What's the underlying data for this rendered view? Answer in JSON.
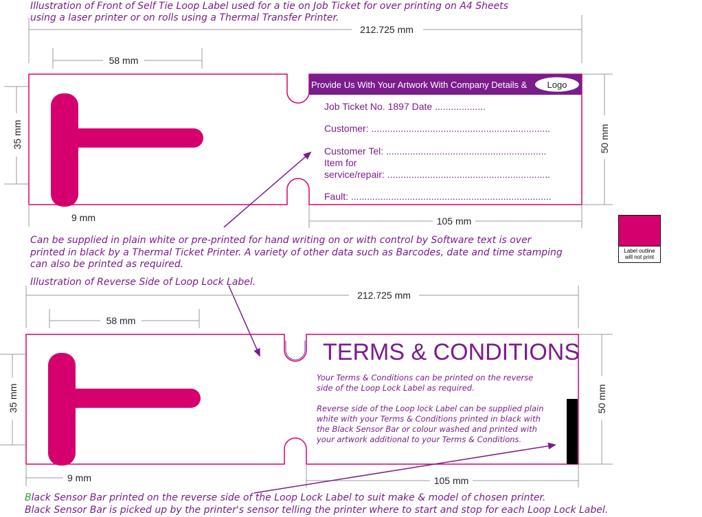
{
  "colors": {
    "magenta": "#d5006d",
    "purple": "#7a1c8c",
    "sensor_bar": "#000000"
  },
  "front": {
    "caption_line1": "Illustration of Front of Self Tie Loop Label used for a tie on Job Ticket for over printing on A4 Sheets",
    "caption_line2": "using a laser printer or on rolls using a Thermal Transfer Printer.",
    "dim_total": "212.725 mm",
    "dim_tab": "58 mm",
    "dim_height_left": "35 mm",
    "dim_height_right": "50 mm",
    "dim_small": "9 mm",
    "dim_ticket": "105 mm",
    "banner_text": "Provide Us With Your Artwork With Company Details &",
    "logo_text": "Logo",
    "fields": {
      "job": "Job Ticket No. 1897  Date ...................",
      "customer": "Customer: ...................................................................",
      "tel": "Customer Tel: ............................................................",
      "item1": "Item for",
      "item2": "service/repair: .............................................................",
      "fault": "Fault: ..........................................................................."
    }
  },
  "middle_note": {
    "line1": "Can be supplied in plain white or pre-printed for hand writing on or with control by Software text is over",
    "line2": "printed in black by a Thermal Ticket Printer. A variety of other data such as Barcodes, date and time stamping",
    "line3": "can also be printed as required."
  },
  "legend": {
    "line1": "Label outline",
    "line2": "will not print"
  },
  "reverse": {
    "caption": "Illustration of Reverse Side of Loop Lock Label.",
    "dim_total": "212.725 mm",
    "dim_tab": "58 mm",
    "dim_height_left": "35 mm",
    "dim_height_right": "50 mm",
    "dim_small": "9 mm",
    "dim_ticket": "105 mm",
    "terms_title": "TERMS & CONDITIONS",
    "para1_line1": "Your Terms & Conditions can be printed on the reverse",
    "para1_line2": "side of the Loop Lock Label as required.",
    "para2_line1": "Reverse side of the Loop lock Label can be supplied plain",
    "para2_line2": "white with your Terms & Conditions printed in black with",
    "para2_line3": "the Black Sensor Bar or colour washed and printed with",
    "para2_line4": "your artwork additional to your Terms & Conditions."
  },
  "bottom_note": {
    "line1_first": "B",
    "line1_rest": "lack Sensor Bar printed on the reverse side of the Loop Lock Label to suit make & model of chosen printer.",
    "line2": "Black Sensor Bar is picked up by the printer's sensor telling the printer where to start and stop for each Loop Lock Label."
  }
}
